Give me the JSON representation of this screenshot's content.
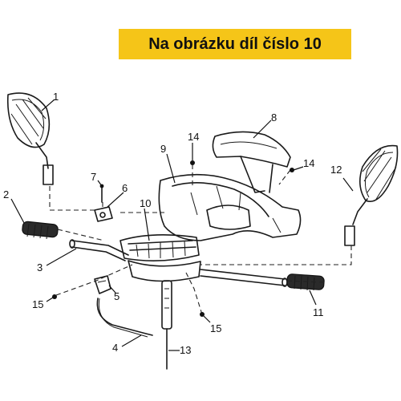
{
  "banner": {
    "text": "Na obrázku díl číslo 10",
    "color": "#f5c518"
  },
  "callouts": {
    "n1": "1",
    "n2": "2",
    "n3": "3",
    "n4": "4",
    "n5": "5",
    "n6": "6",
    "n7": "7",
    "n8": "8",
    "n9": "9",
    "n10": "10",
    "n11": "11",
    "n12": "12",
    "n13": "13",
    "n14a": "14",
    "n14b": "14",
    "n15a": "15",
    "n15b": "15"
  }
}
